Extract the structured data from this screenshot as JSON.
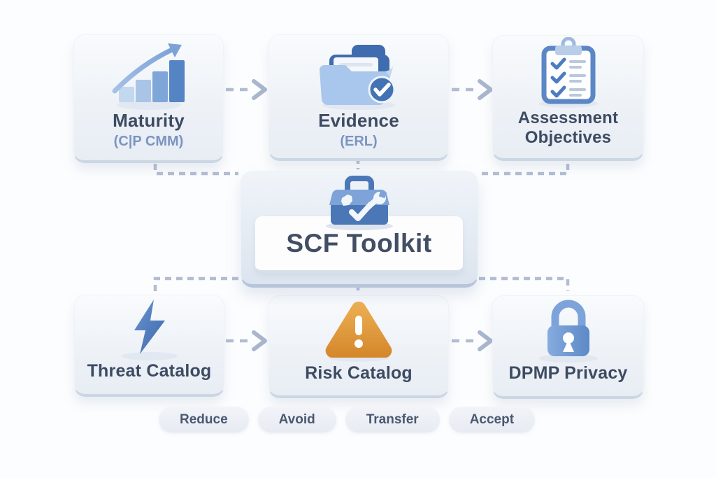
{
  "cards": {
    "maturity": {
      "title": "Maturity",
      "subtitle": "(C|P CMM)",
      "icon": "growth-chart-icon"
    },
    "evidence": {
      "title": "Evidence",
      "subtitle": "(ERL)",
      "icon": "folder-check-icon"
    },
    "assessment": {
      "title": "Assessment Objectives",
      "icon": "clipboard-checklist-icon"
    },
    "threat": {
      "title": "Threat Catalog",
      "icon": "lightning-bolt-icon"
    },
    "risk": {
      "title": "Risk Catalog",
      "icon": "warning-triangle-icon"
    },
    "privacy": {
      "title": "DPMP Privacy",
      "icon": "padlock-icon"
    }
  },
  "center": {
    "title": "SCF Toolkit",
    "icon": "toolbox-icon"
  },
  "pills": [
    "Reduce",
    "Avoid",
    "Transfer",
    "Accept"
  ],
  "colors": {
    "background": "#fcfdfe",
    "card_fill_top": "#f9fbfd",
    "card_fill_bottom": "#e8edf4",
    "card_bottom_edge": "#cbd6e4",
    "title_text": "#3d4b62",
    "subtitle_text": "#7b94c1",
    "connector": "#b2bdd2",
    "accent_blue": "#4b77b7",
    "light_blue": "#a9c6ec",
    "badge_blue": "#4273b4",
    "warning_amber": "#e2a342",
    "pill_text": "#4a5870"
  }
}
